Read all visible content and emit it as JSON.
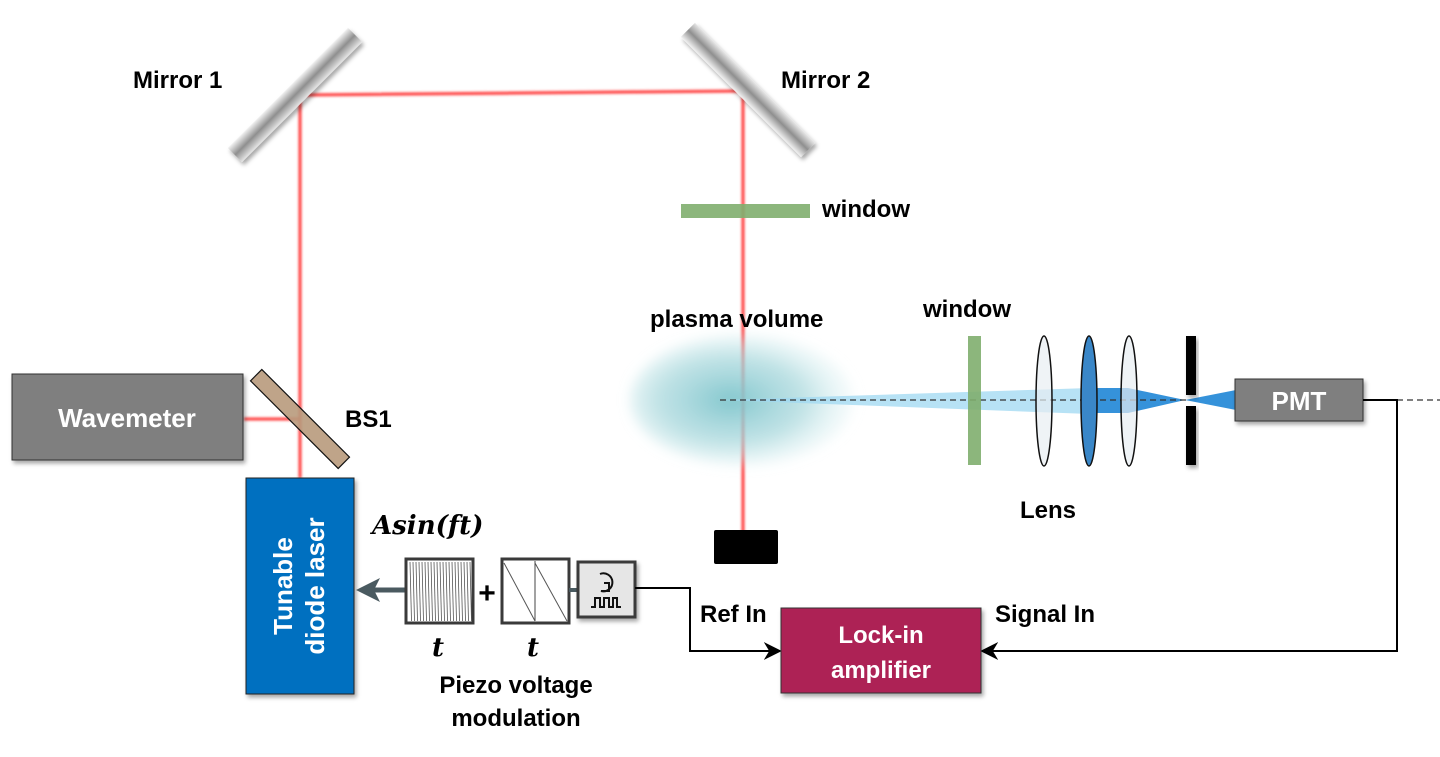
{
  "labels": {
    "mirror1": "Mirror 1",
    "mirror2": "Mirror 2",
    "window_top": "window",
    "window_right": "window",
    "plasma_volume": "plasma volume",
    "bs1": "BS1",
    "wavemeter": "Wavemeter",
    "laser_line1": "Tunable",
    "laser_line2": "diode laser",
    "pmt": "PMT",
    "lens": "Lens",
    "sine_formula": "Asin(ft)",
    "time_axis_1": "t",
    "time_axis_2": "t",
    "plus": "+",
    "piezo_line1": "Piezo voltage",
    "piezo_line2": "modulation",
    "ref_in": "Ref In",
    "signal_in": "Signal In",
    "lockin_line1": "Lock-in",
    "lockin_line2": "amplifier"
  },
  "colors": {
    "laser_beam": "#ff3b3b",
    "window_glass": "#7fae6e",
    "wavemeter_fill": "#7f7f7f",
    "laser_fill": "#0070c0",
    "lockin_fill": "#ad2355",
    "bs1_fill": "#b89a7c",
    "plasma": "#7cc4cb",
    "collection_light": "#9fd8f2",
    "focused_light": "#1f86d6",
    "focus_lens": "#3a87c8",
    "pmt_fill": "#7f7f7f"
  }
}
